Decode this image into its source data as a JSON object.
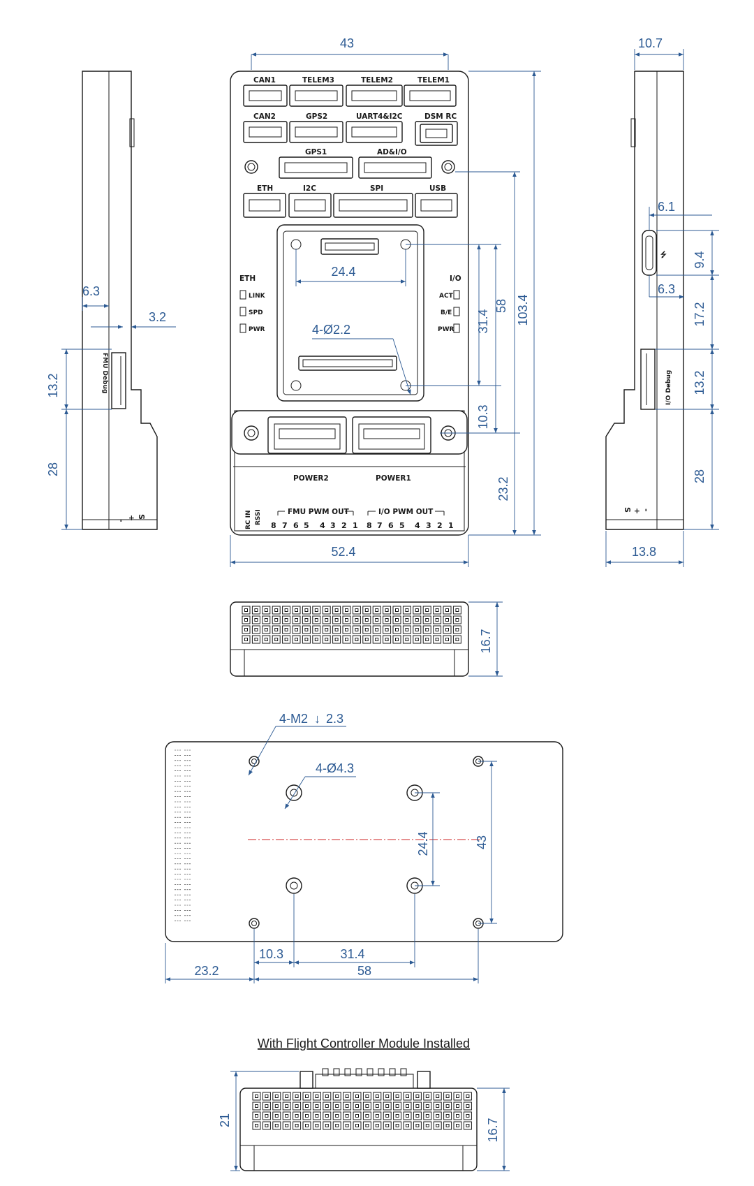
{
  "dimensions": {
    "top_width": "43",
    "side_depth_right": "10.7",
    "bottom_width": "52.4",
    "right_base": "13.8",
    "left_63": "6.3",
    "left_32": "3.2",
    "left_132": "13.2",
    "left_28": "28",
    "r_61": "6.1",
    "r_94": "9.4",
    "r_63": "6.3",
    "r_172": "17.2",
    "r_132": "13.2",
    "r_28": "28",
    "h_1034": "103.4",
    "h_58": "58",
    "h_314": "31.4",
    "h_103": "10.3",
    "h_232": "23.2",
    "w_244": "24.4",
    "hole_22": "4-Ø2.2",
    "end_167": "16.7",
    "bot_m2": "4-M2",
    "bot_m2_depth": "2.3",
    "bot_43hole": "4-Ø4.3",
    "bot_244": "24.4",
    "bot_43": "43",
    "bot_103": "10.3",
    "bot_314": "31.4",
    "bot_232": "23.2",
    "bot_58": "58",
    "mod_21": "21",
    "mod_167": "16.7"
  },
  "connectors": {
    "can1": "CAN1",
    "telem3": "TELEM3",
    "telem2": "TELEM2",
    "telem1": "TELEM1",
    "can2": "CAN2",
    "gps2": "GPS2",
    "uart4": "UART4&I2C",
    "dsmrc": "DSM RC",
    "gps1": "GPS1",
    "adio": "AD&I/O",
    "eth": "ETH",
    "i2c": "I2C",
    "spi": "SPI",
    "usb": "USB",
    "power2": "POWER2",
    "power1": "POWER1"
  },
  "leds": {
    "eth_title": "ETH",
    "link": "LINK",
    "spd": "SPD",
    "pwr_l": "PWR",
    "io_title": "I/O",
    "act": "ACT",
    "be": "B/E",
    "pwr_r": "PWR"
  },
  "pwm": {
    "fmu_title": "FMU PWM OUT",
    "io_title": "I/O PWM OUT",
    "rssi": "RSSI",
    "rcin": "RC IN",
    "fmu_numbers": [
      "8",
      "7",
      "6",
      "5",
      "4",
      "3",
      "2",
      "1"
    ],
    "io_numbers": [
      "8",
      "7",
      "6",
      "5",
      "4",
      "3",
      "2",
      "1"
    ]
  },
  "side": {
    "fmu_debug": "FMU Debug",
    "io_debug": "I/O Debug",
    "minus": "-",
    "plus": "+",
    "s": "S"
  },
  "caption": "With Flight Controller Module Installed",
  "colors": {
    "dimension": "#2c5a93",
    "outline": "#1a1a1a",
    "centerline": "#cc2222"
  }
}
